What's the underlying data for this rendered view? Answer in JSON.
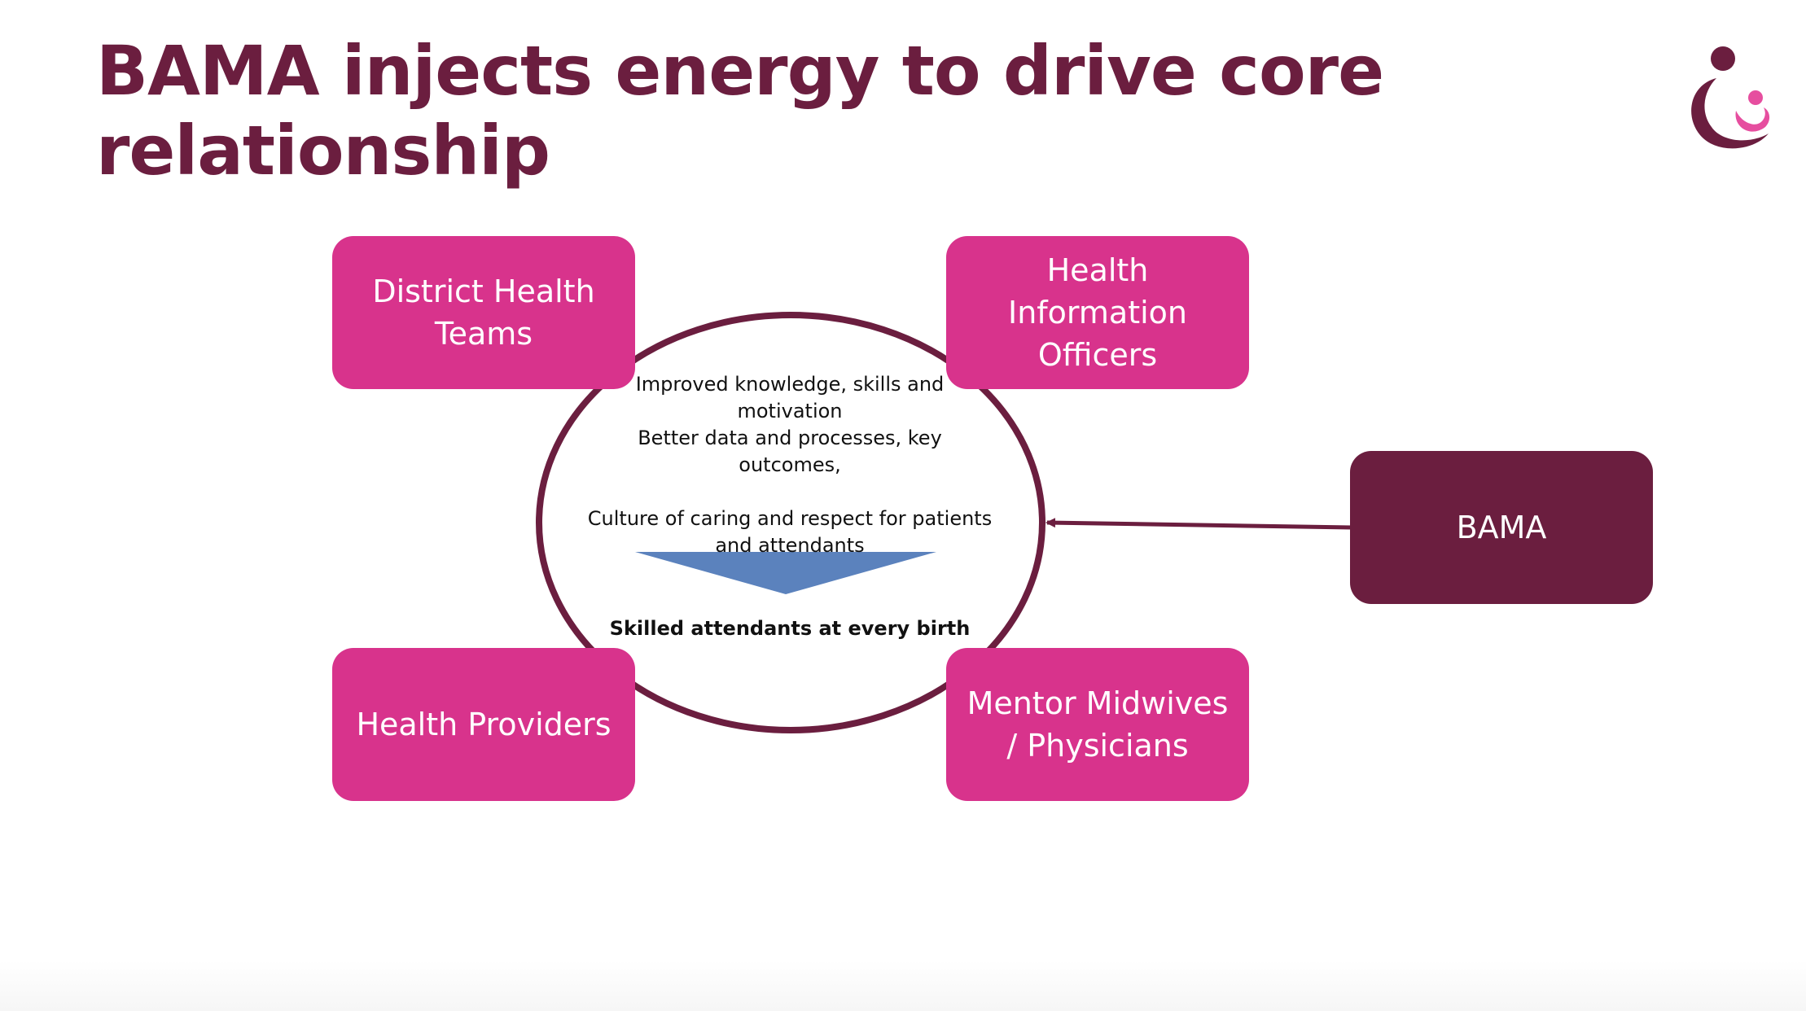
{
  "slide": {
    "title": "BAMA injects energy to drive core relationship"
  },
  "diagram": {
    "center": {
      "line1": "Improved knowledge, skills and motivation",
      "line2": "Better data and processes, key outcomes,",
      "line3": "Culture of caring and respect for patients and attendants",
      "outcome": "Skilled attendants at every birth"
    },
    "nodes": {
      "district_health_teams": "District Health\nTeams",
      "health_information_officers": "Health\nInformation\nOfficers",
      "health_providers": "Health Providers",
      "mentor_midwives": "Mentor Midwives\n/ Physicians",
      "bama": "BAMA"
    }
  },
  "colors": {
    "title": "#6b1e3f",
    "node_pink": "#d8338c",
    "node_dark": "#6b1e3f",
    "circle_stroke": "#6b1e3f",
    "funnel_arrow": "#5b82bd",
    "logo_light": "#e64e9f"
  },
  "icons": {
    "logo": "mother-and-child-logo-icon",
    "funnel": "downward-triangle-arrow-icon",
    "connector": "arrow-left-icon"
  }
}
